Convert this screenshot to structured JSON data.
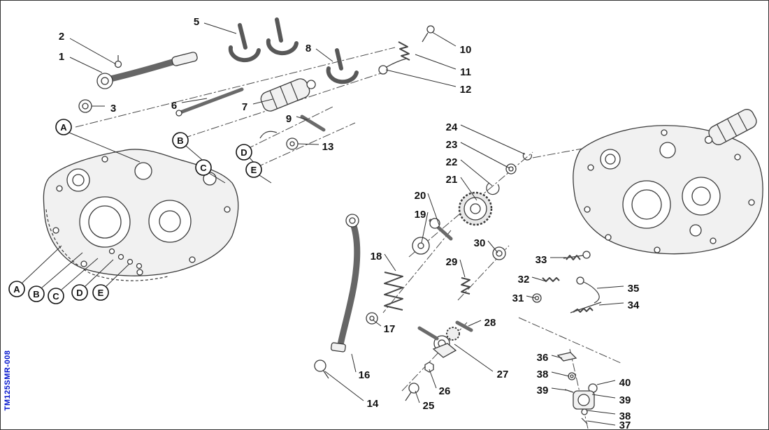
{
  "figure": {
    "code": "TM125SMR-008",
    "code_color": "#0012cc",
    "line_color": "#2f2f2f",
    "background": "#ffffff"
  },
  "part_numbers": {
    "p1": "1",
    "p2": "2",
    "p3": "3",
    "p5": "5",
    "p6": "6",
    "p7": "7",
    "p8": "8",
    "p9": "9",
    "p10": "10",
    "p11": "11",
    "p12": "12",
    "p13": "13",
    "p14": "14",
    "p16": "16",
    "p17": "17",
    "p18": "18",
    "p19": "19",
    "p20": "20",
    "p21": "21",
    "p22": "22",
    "p23": "23",
    "p24": "24",
    "p25": "25",
    "p26": "26",
    "p27": "27",
    "p28": "28",
    "p29": "29",
    "p30": "30",
    "p31": "31",
    "p32": "32",
    "p33": "33",
    "p34": "34",
    "p35": "35",
    "p36": "36",
    "p37": "37",
    "p38": "38",
    "p39": "39",
    "p40": "40"
  },
  "ref_letters": {
    "A": "A",
    "B": "B",
    "C": "C",
    "D": "D",
    "E": "E"
  }
}
